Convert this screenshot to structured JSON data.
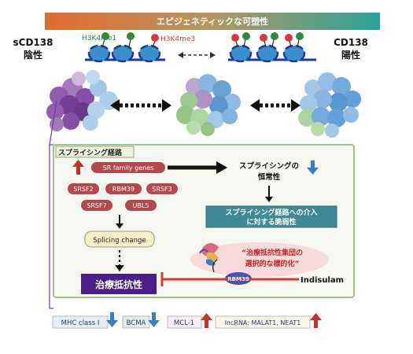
{
  "header": {
    "banner_text": "エピジェネティックな可塑性",
    "left_label": [
      "sCD138",
      "陰性"
    ],
    "right_label": [
      "CD138",
      "陽性"
    ],
    "mark1": "H3K4me1",
    "mark3": "H3K4me3"
  },
  "splicing_panel": {
    "title": "スプライシング経路",
    "sr_genes": "SR family genes",
    "genes": [
      "SRSF2",
      "RBM39",
      "SRSF3",
      "SRSF7",
      "UBL5"
    ],
    "splicing_change": "Splicing change",
    "fidelity": [
      "スプライシングの",
      "恒常性"
    ],
    "vulnerability": [
      "スプライシング経路への介入",
      "に対する脆弱性"
    ],
    "quote": [
      "“治療抵抗性集団の",
      "選択的な標的化”"
    ],
    "protein": "RBM39",
    "drug": "Indisulam",
    "resistance": "治療抵抗性"
  },
  "bottom_markers": [
    {
      "label": "MHC class I",
      "direction": "down"
    },
    {
      "label": "BCMA",
      "direction": "down"
    },
    {
      "label": "MCL-1",
      "direction": "up"
    },
    {
      "label": "lncRNA: MALAT1, NEAT1",
      "direction": "up"
    }
  ],
  "colors": {
    "banner_start": "#e36a2f",
    "banner_end": "#2aa39b",
    "gene_pill": "#b5474f",
    "panel_border": "#8cac6c",
    "panel_fill": "#f6f8ef",
    "vulnerability_box": "#3f8a97",
    "resistance_box": "#4a1f8a",
    "up_arrow": "#c8302c",
    "down_arrow": "#3a7fc6",
    "purple_line": "#6b3ea0"
  }
}
